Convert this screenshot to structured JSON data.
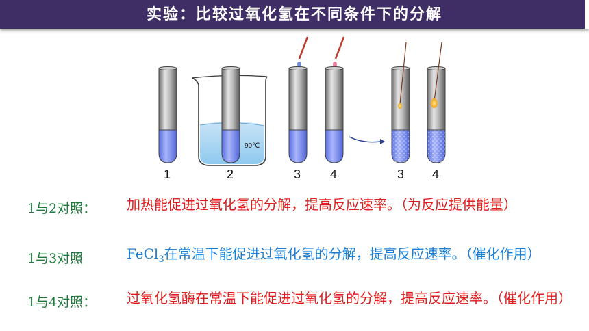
{
  "title": "实验：比较过氧化氢在不同条件下的分解",
  "diagram": {
    "beaker_temp": "90℃",
    "tube_labels": [
      "1",
      "2",
      "3",
      "4",
      "3",
      "4"
    ]
  },
  "comparisons": [
    {
      "label": "1与2对照：",
      "text": "加热能促进过氧化氢的分解，提高反应速率。（为反应提供能量）"
    },
    {
      "label": "1与3对照",
      "text_prefix": "FeCl",
      "text_sub": "3",
      "text": "在常温下能促进过氧化氢的分解，提高反应速率。（催化作用）"
    },
    {
      "label": "1与4对照：",
      "text": "过氧化氢酶在常温下能促进过氧化氢的分解，提高反应速率。（催化作用）"
    }
  ],
  "colors": {
    "title_bg": "#3f2e66",
    "label_green": "#1e7a3a",
    "red_text": "#e01c1c",
    "blue_text": "#1a7fd6",
    "liquid_blue": "#7b8ff0"
  }
}
